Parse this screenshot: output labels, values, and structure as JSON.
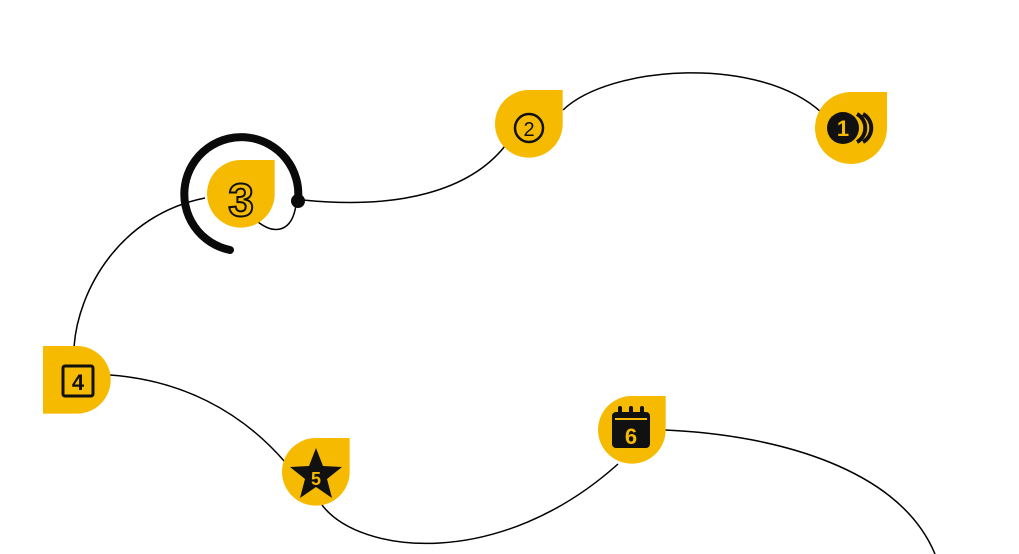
{
  "canvas": {
    "background": "#ffffff"
  },
  "colors": {
    "marker": "#f6bb00",
    "marker_shade": "#e3a600",
    "line": "#000000",
    "glyph": "#111111"
  },
  "steps": [
    {
      "label": "1",
      "icon": "number-one-coins-icon"
    },
    {
      "label": "2",
      "icon": "number-two-circle-icon"
    },
    {
      "label": "3",
      "icon": "number-three-sketch-icon",
      "highlighted": true
    },
    {
      "label": "4",
      "icon": "number-four-square-icon"
    },
    {
      "label": "5",
      "icon": "number-five-star-icon"
    },
    {
      "label": "6",
      "icon": "number-six-calendar-icon"
    }
  ]
}
